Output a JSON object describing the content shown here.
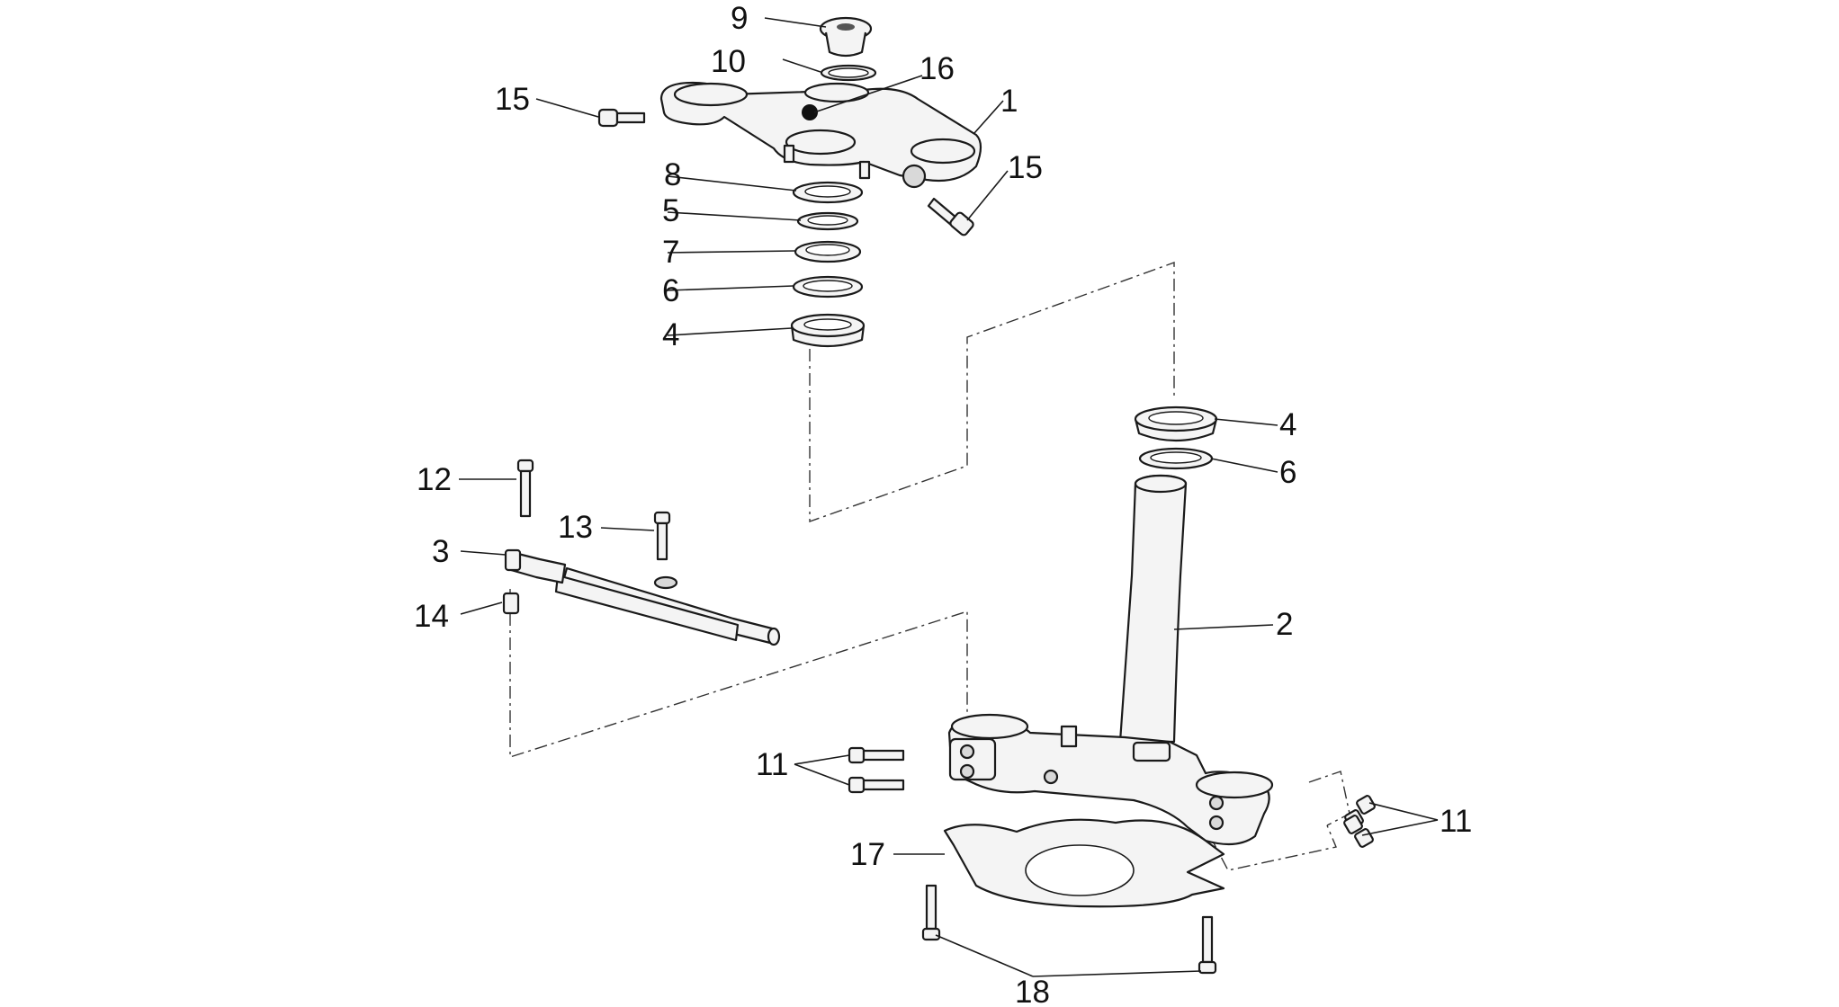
{
  "diagram": {
    "callouts": {
      "c1": "1",
      "c2": "2",
      "c3": "3",
      "c4a": "4",
      "c4b": "4",
      "c5": "5",
      "c6a": "6",
      "c6b": "6",
      "c7": "7",
      "c8": "8",
      "c9": "9",
      "c10": "10",
      "c11a": "11",
      "c11b": "11",
      "c12": "12",
      "c13": "13",
      "c14": "14",
      "c15a": "15",
      "c15b": "15",
      "c16": "16",
      "c17": "17",
      "c18": "18"
    }
  },
  "colors": {
    "line": "#1a1a1a",
    "part_fill": "#f4f4f4",
    "background": "#ffffff"
  }
}
